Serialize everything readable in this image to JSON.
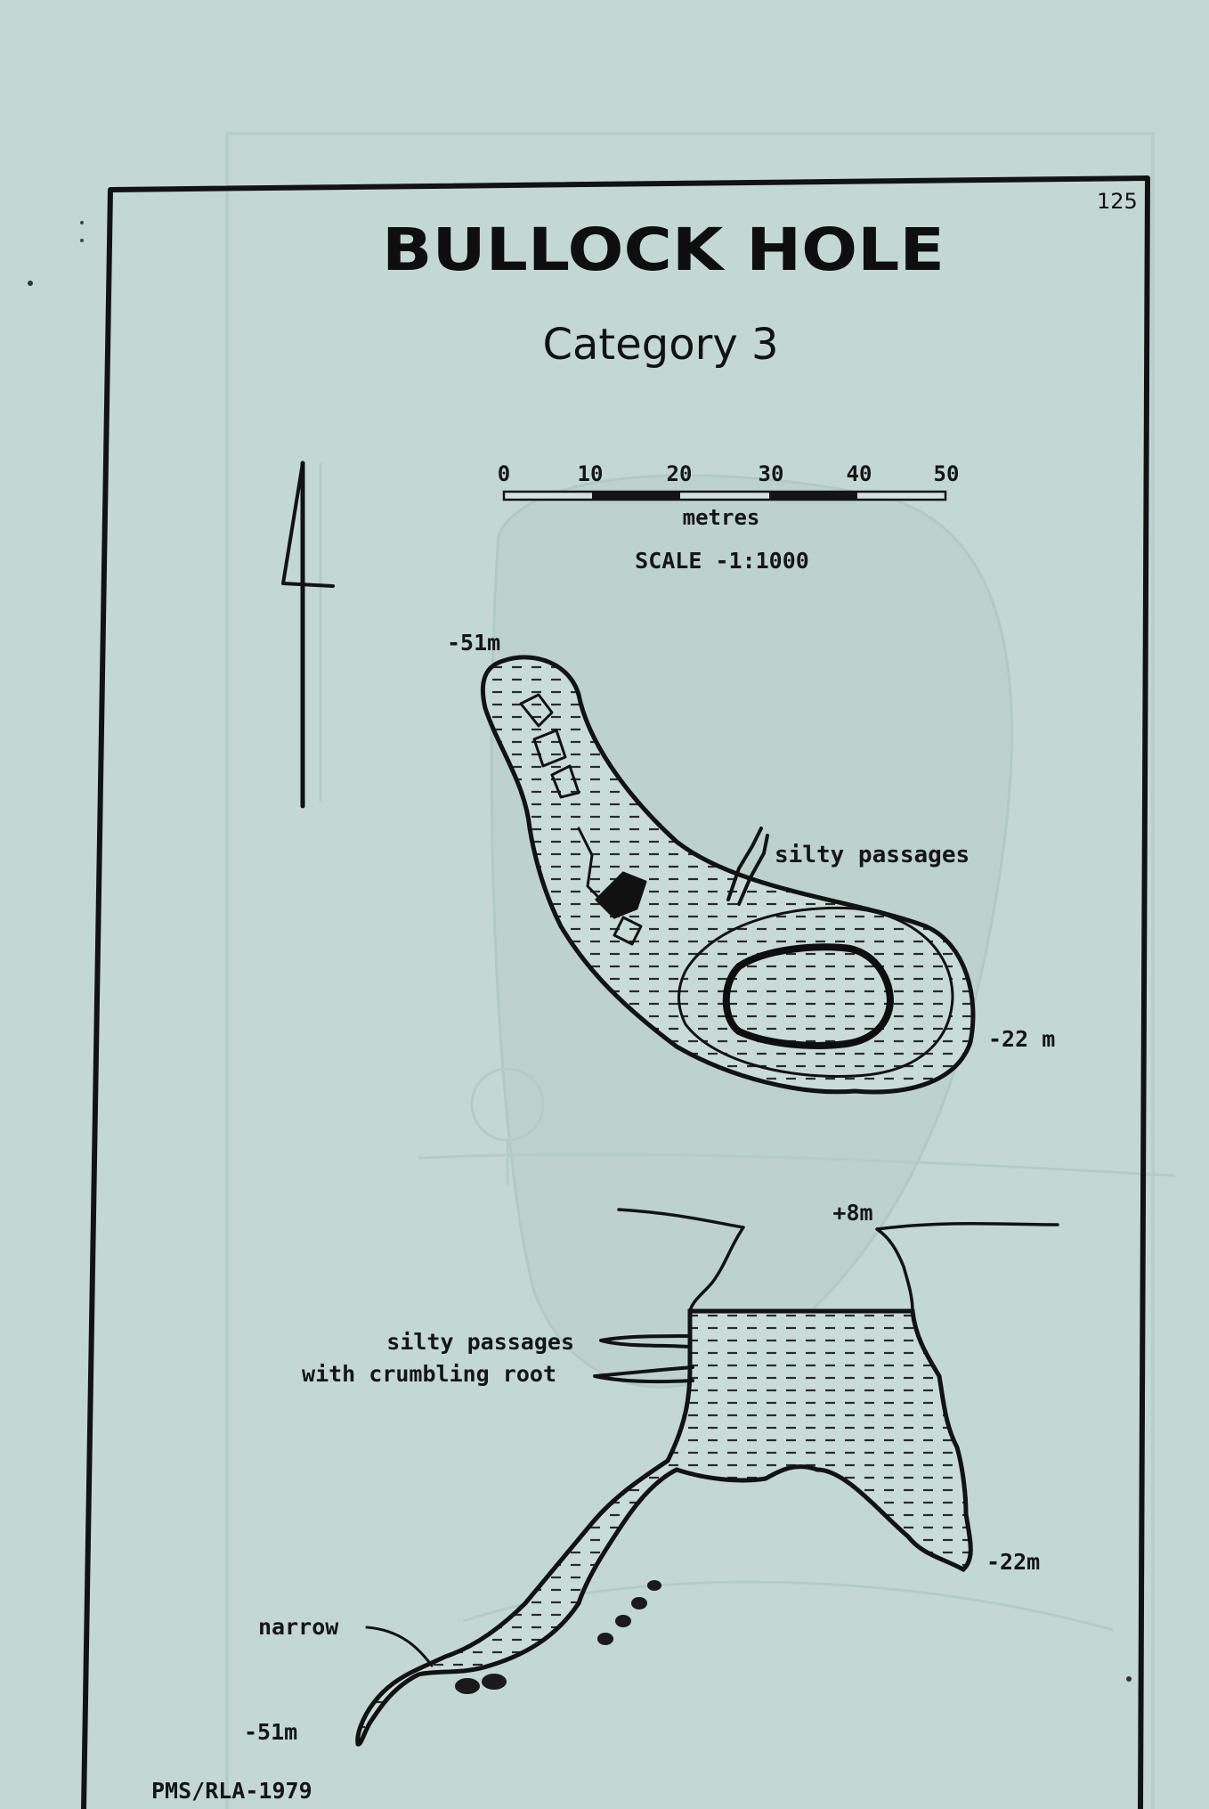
{
  "map": {
    "page_number": "125",
    "title": "BULLOCK HOLE",
    "subtitle": "Category 3",
    "scale_bar": {
      "ticks": [
        "0",
        "10",
        "20",
        "30",
        "40",
        "50"
      ],
      "unit": "metres",
      "scale_text": "SCALE -1:1000"
    },
    "plan": {
      "depth_top": "-51m",
      "depth_right": "-22 m",
      "note": "silty passages"
    },
    "section": {
      "surface": "+8m",
      "note_line1": "silty passages",
      "note_line2": "with crumbling root",
      "depth_right": "-22m",
      "narrow_label": "narrow",
      "depth_bottom": "-51m"
    },
    "credit": "PMS/RLA-1979"
  },
  "colors": {
    "paper": "#c3d8d3",
    "ink": "#121212",
    "ghost": "#b2cac6"
  }
}
